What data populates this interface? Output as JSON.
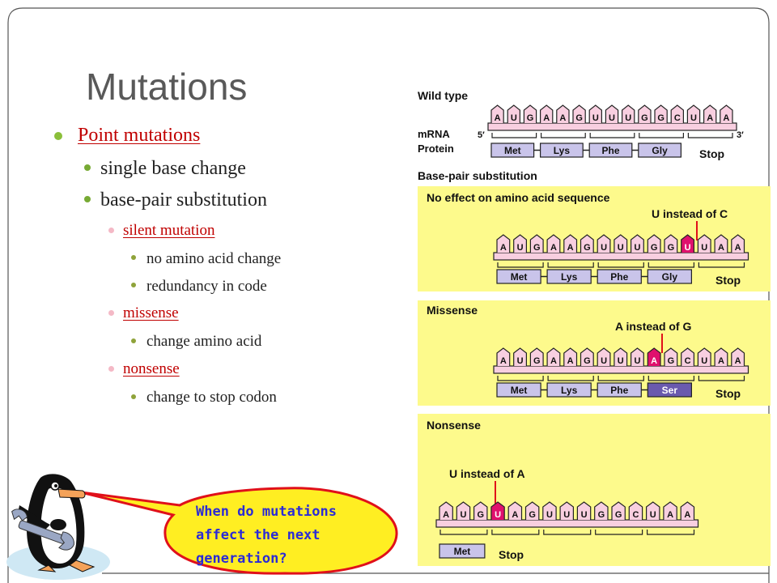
{
  "slide": {
    "title": "Mutations",
    "bullets": {
      "point_mutations": "Point mutations",
      "single_base_change": "single base change",
      "base_pair_substitution": "base-pair substitution",
      "silent_mutation": "silent mutation",
      "no_amino_acid_change": "no amino acid change",
      "redundancy_in_code": "redundancy in code",
      "missense": "missense",
      "change_amino_acid": "change amino acid",
      "nonsense": "nonsense",
      "change_to_stop_codon": "change to stop codon"
    },
    "speech_bubble": "When do mutations affect the next generation?"
  },
  "diagram": {
    "wild_type_title": "Wild type",
    "mrna_label": "mRNA",
    "protein_label": "Protein",
    "five_prime": "5′",
    "three_prime": "3′",
    "substitution_title": "Base-pair substitution",
    "stop_label": "Stop",
    "wild_type": {
      "bases": [
        "A",
        "U",
        "G",
        "A",
        "A",
        "G",
        "U",
        "U",
        "U",
        "G",
        "G",
        "C",
        "U",
        "A",
        "A"
      ],
      "proteins": [
        "Met",
        "Lys",
        "Phe",
        "Gly"
      ]
    },
    "silent": {
      "title": "No effect on amino acid sequence",
      "note": "U instead of C",
      "bases": [
        "A",
        "U",
        "G",
        "A",
        "A",
        "G",
        "U",
        "U",
        "U",
        "G",
        "G",
        "U",
        "U",
        "A",
        "A"
      ],
      "proteins": [
        "Met",
        "Lys",
        "Phe",
        "Gly"
      ]
    },
    "missense": {
      "title": "Missense",
      "note": "A instead of G",
      "bases": [
        "A",
        "U",
        "G",
        "A",
        "A",
        "G",
        "U",
        "U",
        "U",
        "A",
        "G",
        "C",
        "U",
        "A",
        "A"
      ],
      "proteins": [
        "Met",
        "Lys",
        "Phe",
        "Ser"
      ]
    },
    "nonsense": {
      "title": "Nonsense",
      "note": "U instead of A",
      "bases": [
        "A",
        "U",
        "G",
        "U",
        "A",
        "G",
        "U",
        "U",
        "U",
        "G",
        "G",
        "C",
        "U",
        "A",
        "A"
      ],
      "proteins": [
        "Met"
      ]
    },
    "colors": {
      "base_fill": "#f8cfe0",
      "mutated_base": "#e0106d",
      "protein_fill": "#c9c4ea",
      "mutated_protein": "#6a5aae",
      "panel_fill": "#fdfa8c"
    }
  }
}
